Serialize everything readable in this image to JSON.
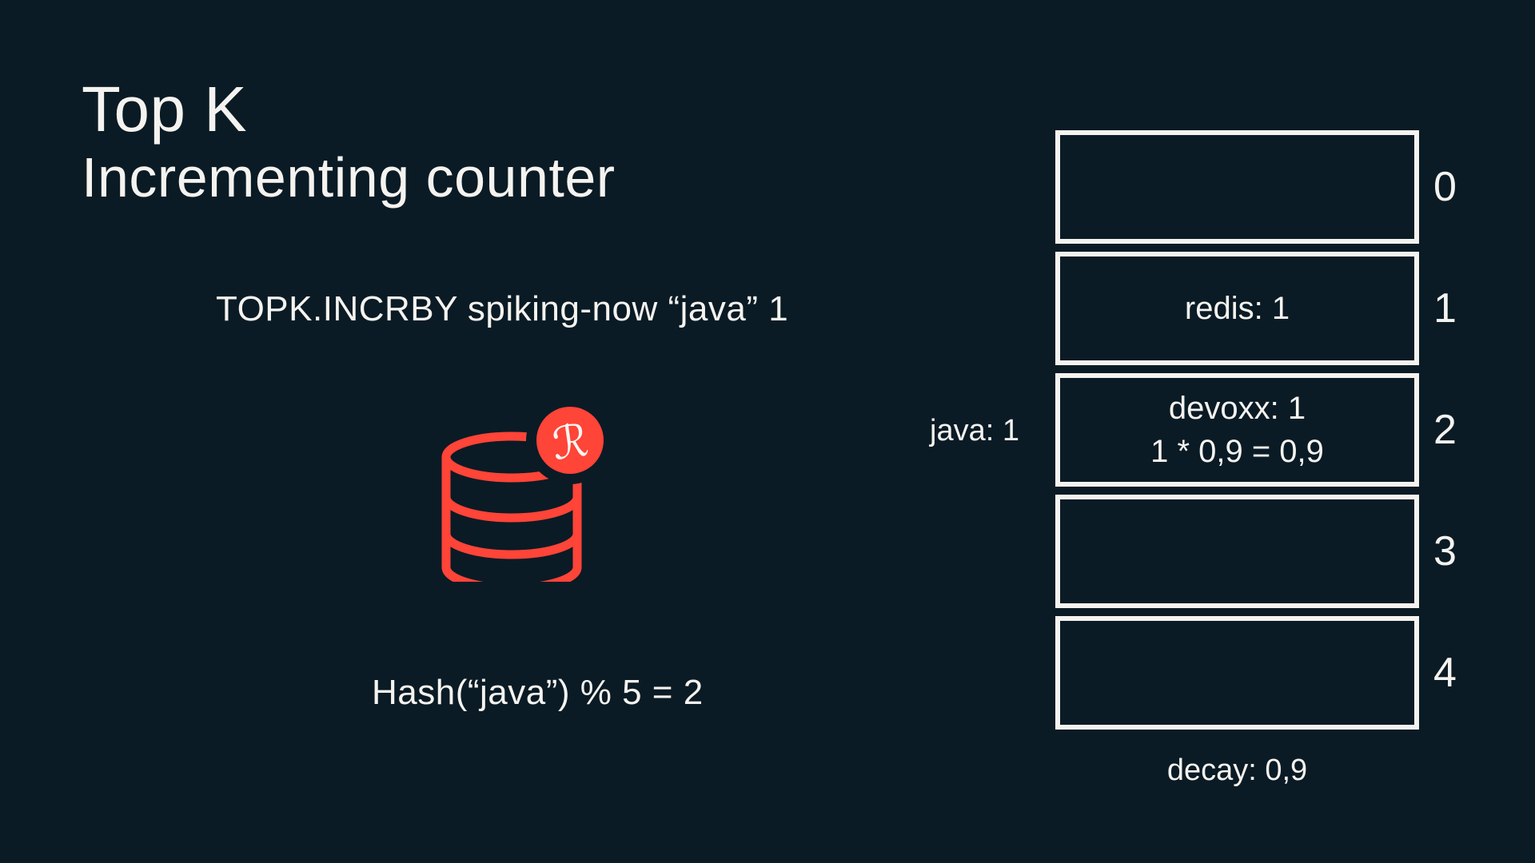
{
  "slide": {
    "title": "Top K",
    "subtitle": "Incrementing counter",
    "command": "TOPK.INCRBY spiking-now “java” 1",
    "hash_note": "Hash(“java”) % 5 = 2",
    "incoming_item_label": "java: 1",
    "decay_label": "decay: 0,9"
  },
  "colors": {
    "background": "#0a1b25",
    "accent_red": "#ff4438",
    "text": "#f5f3ef"
  },
  "icons": {
    "redis_database": "redis-database-icon",
    "redis_badge_glyph": "ℛ"
  },
  "bucket_table": {
    "rows": [
      {
        "index": "0",
        "lines": []
      },
      {
        "index": "1",
        "lines": [
          "redis: 1"
        ]
      },
      {
        "index": "2",
        "lines": [
          "devoxx: 1",
          "1 * 0,9 = 0,9"
        ]
      },
      {
        "index": "3",
        "lines": []
      },
      {
        "index": "4",
        "lines": []
      }
    ]
  }
}
